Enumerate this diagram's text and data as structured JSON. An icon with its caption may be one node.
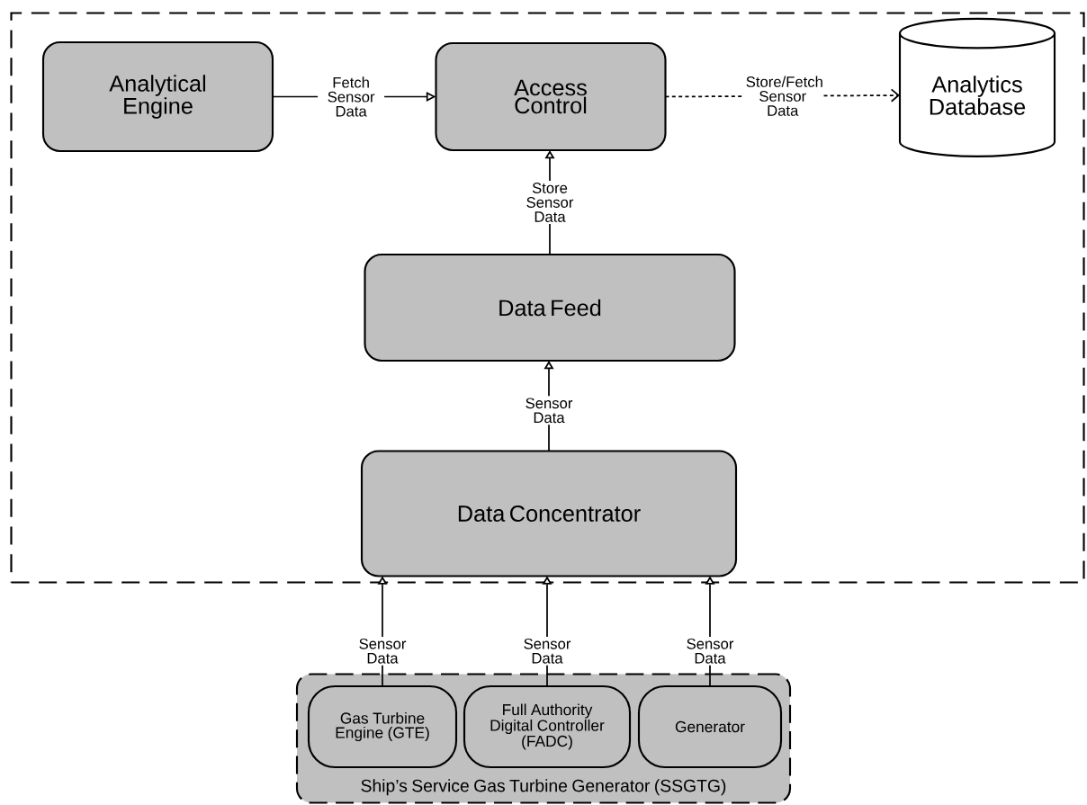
{
  "diagram": {
    "nodes": [
      {
        "text": [],
        "shape": "box"
      },
      {
        "text": [
          "Analytical Engine"
        ],
        "in": 0
      },
      {
        "text": [
          "Access Control"
        ],
        "in": 0
      },
      {
        "text": [
          "Analytics Database"
        ],
        "in": 0
      },
      {
        "text": [
          "Data Feed"
        ],
        "in": 0
      },
      {
        "text": [
          "Data Concentrator"
        ],
        "in": 0
      },
      {
        "text": [
          "Ship’s Service Gas Turbine Generator (SSGTG)"
        ]
      },
      {
        "text": [
          "Gas Turbine Engine (GTE)"
        ],
        "in": 6
      },
      {
        "text": [
          "Full Authority Digital Controller (FADC)"
        ],
        "in": 6
      },
      {
        "text": [
          "Generator"
        ],
        "in": 6
      }
    ],
    "edges": [
      {
        "from": 1,
        "to": 2,
        "arrow": "to",
        "label": "Fetch Sensor Data"
      },
      {
        "from": 2,
        "to": 3,
        "arrow": "to",
        "label": "Store/Fetch Sensor Data",
        "style": "dashed"
      },
      {
        "from": 4,
        "to": 2,
        "arrow": "to",
        "label": "Store Sensor Data"
      },
      {
        "from": 5,
        "to": 4,
        "arrow": "to",
        "label": "Sensor Data"
      },
      {
        "from": 7,
        "to": 5,
        "arrow": "to",
        "label": "Sensor Data"
      },
      {
        "from": 8,
        "to": 5,
        "arrow": "to",
        "label": "Sensor Data"
      },
      {
        "from": 9,
        "to": 5,
        "arrow": "to",
        "label": "Sensor Data"
      }
    ]
  }
}
